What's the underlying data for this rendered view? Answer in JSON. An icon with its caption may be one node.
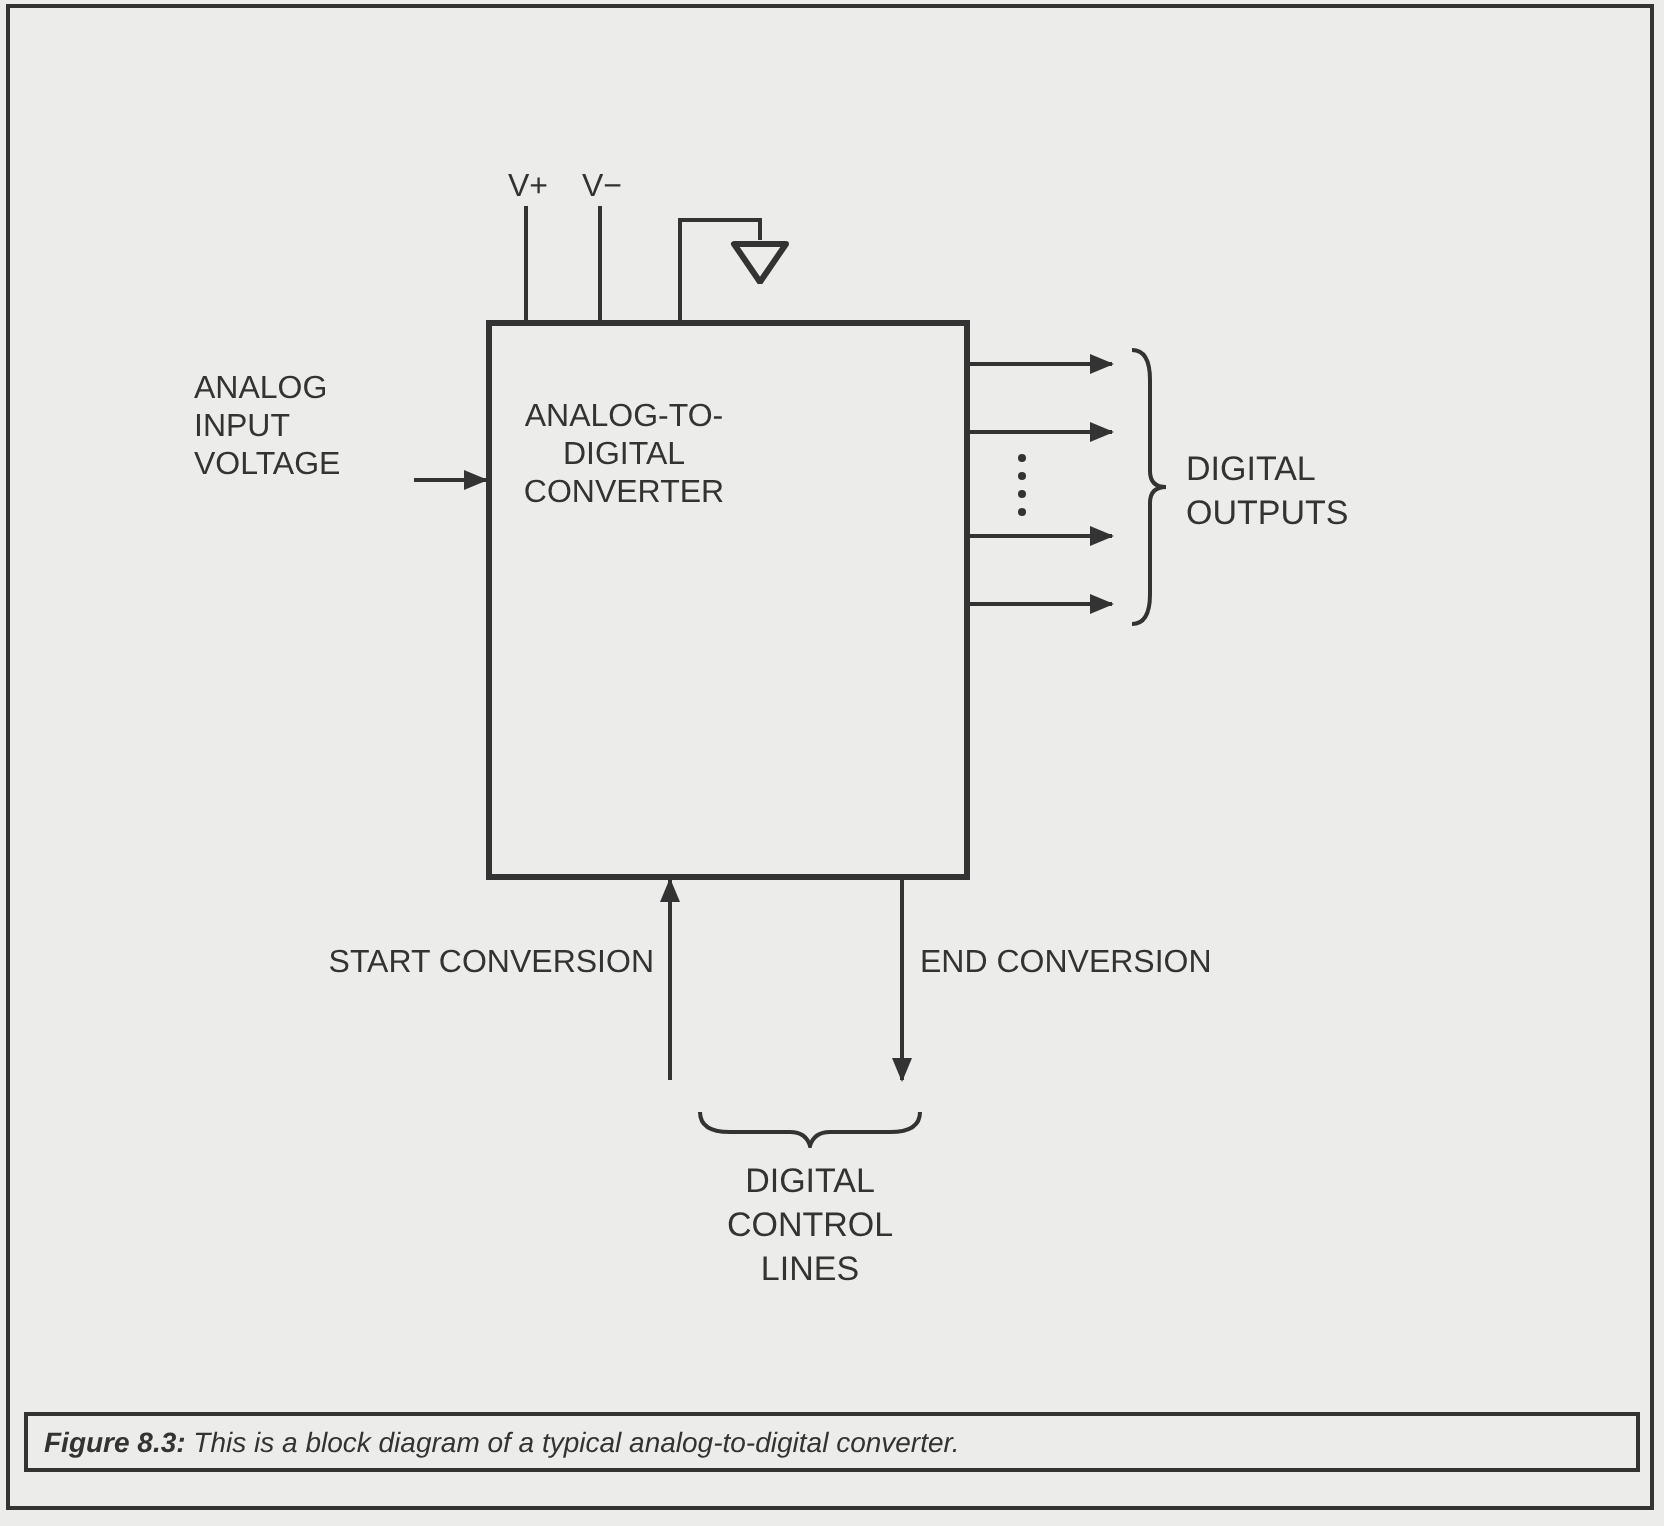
{
  "diagram": {
    "caption": "**Figure 8.3:** This is a block diagram of a typical analog-to-digital converter.",
    "nodes": [
      {
        "text": [
          "ANALOG-TO-DIGITAL CONVERTER"
        ]
      },
      {
        "text": [
          "V+"
        ]
      },
      {
        "text": [
          "V−"
        ]
      },
      {
        "text": [],
        "shape": "triangle"
      },
      {
        "text": [],
        "shape": "brace"
      },
      {
        "text": [],
        "shape": "brace"
      }
    ],
    "edges": [
      {
        "from": 0,
        "to": 1,
        "arrow": "none"
      },
      {
        "from": 0,
        "to": 2,
        "arrow": "none"
      },
      {
        "from": 0,
        "to": 3,
        "arrow": "none"
      },
      {
        "from": null,
        "to": 0,
        "arrow": "to",
        "label": "ANALOG INPUT VOLTAGE"
      },
      {
        "from": 0,
        "to": 4,
        "arrow": "to"
      },
      {
        "from": 0,
        "to": 4,
        "arrow": "to"
      },
      {
        "from": 0,
        "to": 4,
        "arrow": "to"
      },
      {
        "from": 0,
        "to": 4,
        "arrow": "to"
      },
      {
        "from": 5,
        "to": 0,
        "arrow": "to",
        "label": "START CONVERSION"
      },
      {
        "from": 0,
        "to": 5,
        "arrow": "to",
        "label": "END CONVERSION"
      }
    ],
    "labels": [
      "DIGITAL OUTPUTS",
      "DIGITAL CONTROL LINES"
    ]
  }
}
